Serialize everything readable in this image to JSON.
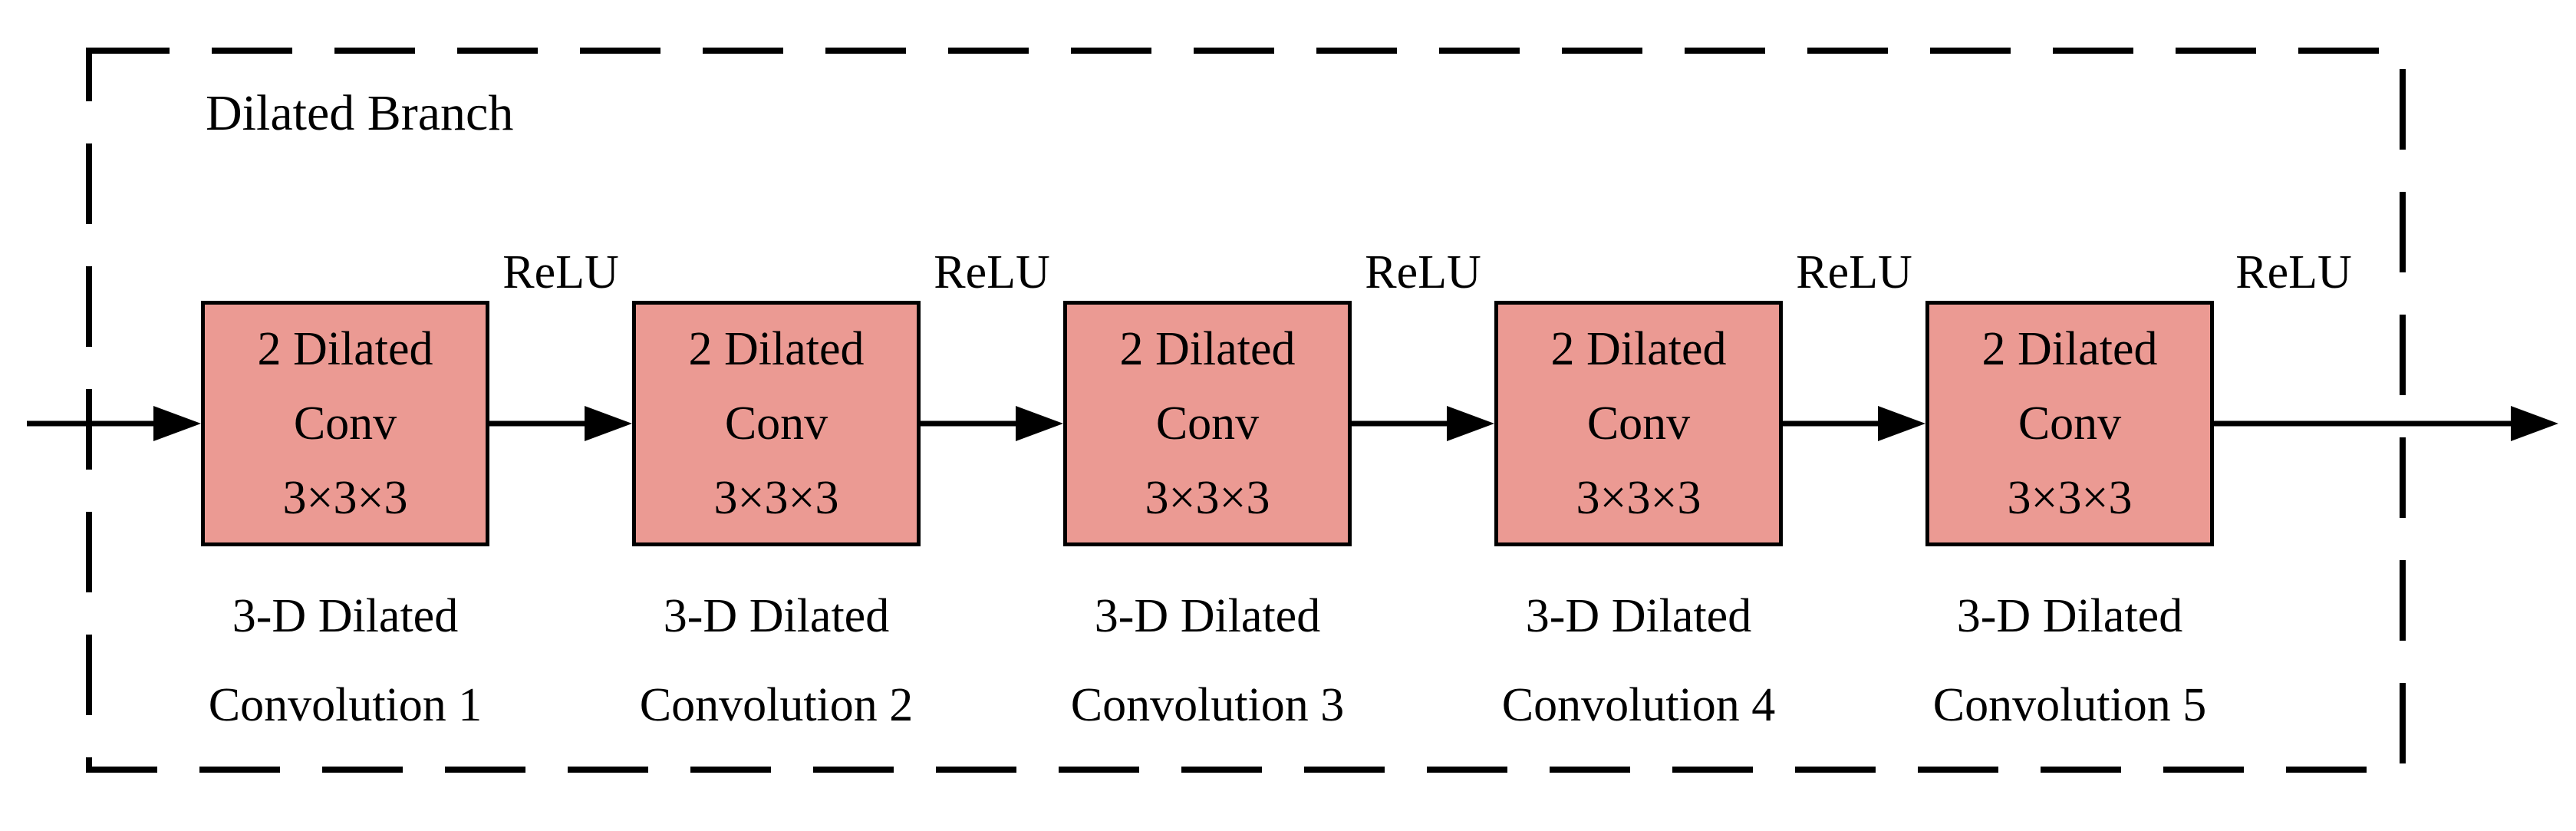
{
  "diagram": {
    "title": "Dilated Branch",
    "blocks": [
      {
        "box_lines": [
          "2 Dilated",
          "Conv",
          "3×3×3"
        ],
        "relu": "ReLU",
        "caption": [
          "3-D Dilated",
          "Convolution 1"
        ]
      },
      {
        "box_lines": [
          "2 Dilated",
          "Conv",
          "3×3×3"
        ],
        "relu": "ReLU",
        "caption": [
          "3-D Dilated",
          "Convolution 2"
        ]
      },
      {
        "box_lines": [
          "2 Dilated",
          "Conv",
          "3×3×3"
        ],
        "relu": "ReLU",
        "caption": [
          "3-D Dilated",
          "Convolution 3"
        ]
      },
      {
        "box_lines": [
          "2 Dilated",
          "Conv",
          "3×3×3"
        ],
        "relu": "ReLU",
        "caption": [
          "3-D Dilated",
          "Convolution 4"
        ]
      },
      {
        "box_lines": [
          "2 Dilated",
          "Conv",
          "3×3×3"
        ],
        "relu": "ReLU",
        "caption": [
          "3-D Dilated",
          "Convolution 5"
        ]
      }
    ],
    "colors": {
      "background": "#FFFFFF",
      "box_fill": "#EB9A93",
      "box_border": "#000000",
      "line": "#000000",
      "text": "#000000"
    }
  }
}
